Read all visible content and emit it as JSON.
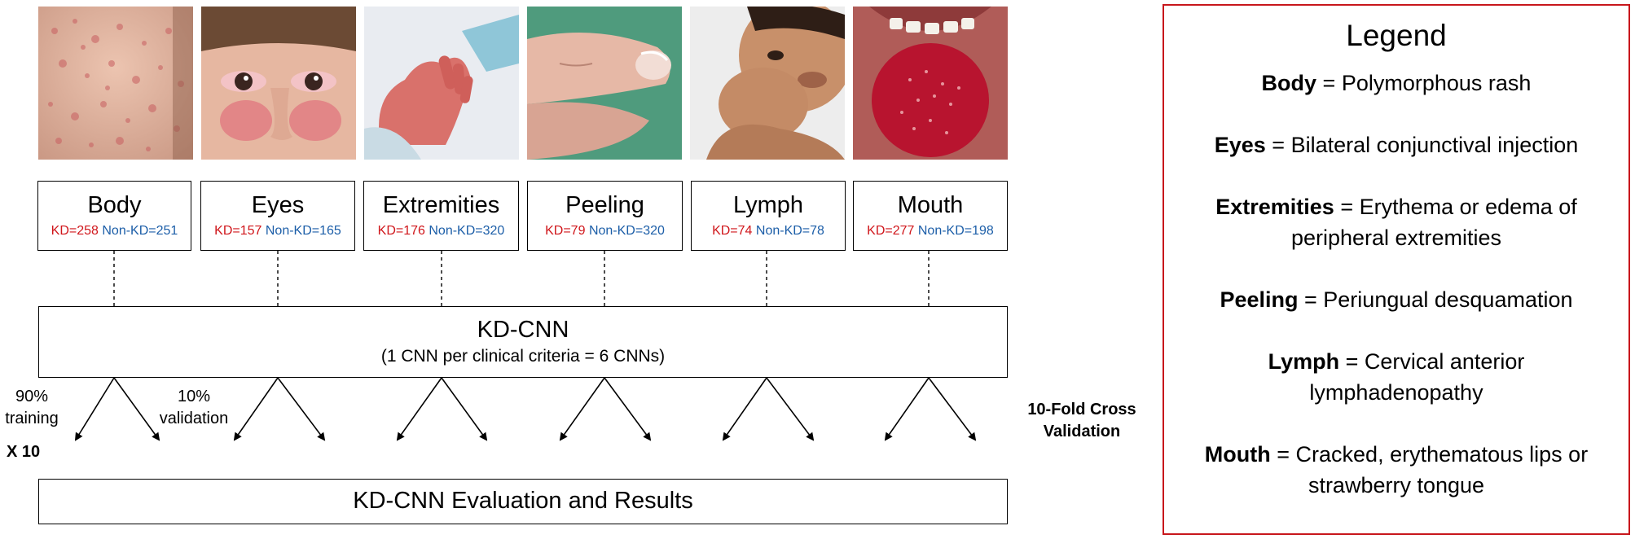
{
  "criteria": [
    {
      "name": "Body",
      "kd": "KD=258",
      "nonkd": "Non-KD=251",
      "photo": "rash-skin-photo"
    },
    {
      "name": "Eyes",
      "kd": "KD=157",
      "nonkd": "Non-KD=165",
      "photo": "red-eyes-child-photo"
    },
    {
      "name": "Extremities",
      "kd": "KD=176",
      "nonkd": "Non-KD=320",
      "photo": "red-hand-photo"
    },
    {
      "name": "Peeling",
      "kd": "KD=79",
      "nonkd": "Non-KD=320",
      "photo": "peeling-finger-photo"
    },
    {
      "name": "Lymph",
      "kd": "KD=74",
      "nonkd": "Non-KD=78",
      "photo": "swollen-neck-baby-photo"
    },
    {
      "name": "Mouth",
      "kd": "KD=277",
      "nonkd": "Non-KD=198",
      "photo": "strawberry-tongue-photo"
    }
  ],
  "kdcnn": {
    "title": "KD-CNN",
    "subtitle": "(1 CNN per clinical criteria = 6 CNNs)"
  },
  "split": {
    "training_pct": "90%",
    "training_label": "training",
    "validation_pct": "10%",
    "validation_label": "validation",
    "repeat": "X 10",
    "cross_validation_line1": "10-Fold Cross",
    "cross_validation_line2": "Validation"
  },
  "evaluation": {
    "label": "KD-CNN Evaluation and Results"
  },
  "legend": {
    "title": "Legend",
    "entries": [
      {
        "term": "Body",
        "definition": " = Polymorphous rash"
      },
      {
        "term": "Eyes",
        "definition": " = Bilateral conjunctival injection"
      },
      {
        "term": "Extremities",
        "definition": " = Erythema or edema of peripheral extremities"
      },
      {
        "term": "Peeling",
        "definition": " = Periungual desquamation"
      },
      {
        "term": "Lymph",
        "definition": " = Cervical anterior lymphadenopathy"
      },
      {
        "term": "Mouth",
        "definition": " = Cracked, erythematous lips or strawberry tongue"
      }
    ]
  },
  "colors": {
    "kd": "#d0161b",
    "nonkd": "#1c5ea8",
    "legend_border": "#c8171c"
  }
}
